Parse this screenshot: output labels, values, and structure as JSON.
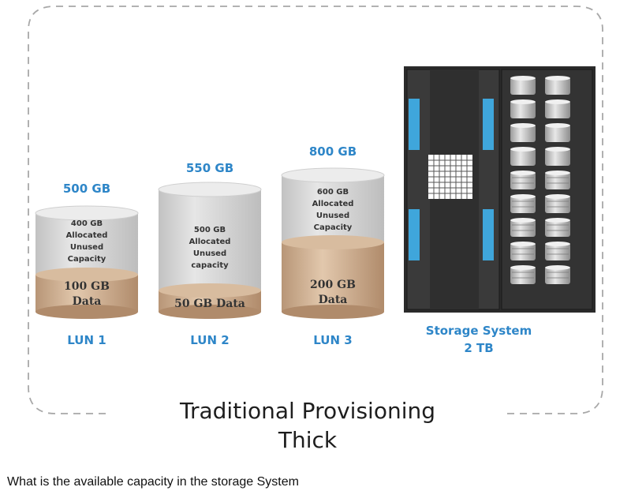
{
  "title": {
    "line1": "Traditional Provisioning",
    "line2": "Thick"
  },
  "luns": [
    {
      "name": "LUN 1",
      "total": "500 GB",
      "unused_label": "400 GB\nAllocated\nUnused\nCapacity",
      "data_label": "100 GB\nData"
    },
    {
      "name": "LUN 2",
      "total": "550 GB",
      "unused_label": "500 GB\nAllocated\nUnused\ncapacity",
      "data_label": "50 GB Data"
    },
    {
      "name": "LUN 3",
      "total": "800 GB",
      "unused_label": "600 GB\nAllocated\nUnused\nCapacity",
      "data_label": "200 GB\nData"
    }
  ],
  "storage": {
    "label_line1": "Storage System",
    "label_line2": "2 TB"
  },
  "question": "What is the available capacity in the storage System",
  "colors": {
    "accent": "#2e86c8",
    "cylinder_gray": "#d4d4d4",
    "data_tan": "#c9a98b",
    "rack_dark": "#2b2b2b",
    "rack_blue": "#3fa6db"
  }
}
